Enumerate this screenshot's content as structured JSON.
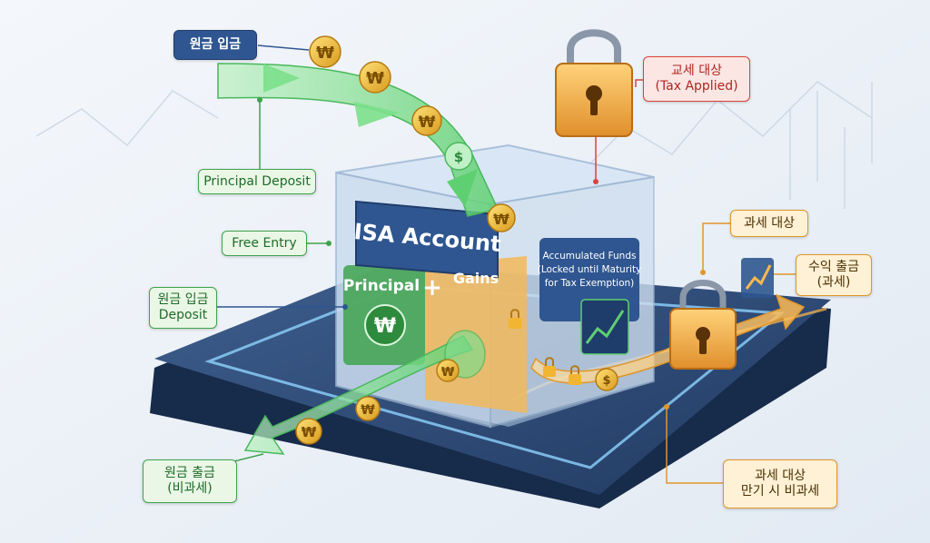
{
  "labels": {
    "deposit_top": "원금 입금",
    "tax_applied_ko": "교세 대상",
    "tax_applied_en": "(Tax Applied)",
    "principal_deposit": "Principal Deposit",
    "free_entry": "Free Entry",
    "deposit_ko": "원금 입금",
    "deposit_en": "Deposit",
    "taxable_mid": "과세 대상",
    "profit_withdraw_ko": "수익 출금",
    "profit_withdraw_paren": "(과세)",
    "principal_withdraw_ko": "원금 출금",
    "principal_withdraw_paren": "(비과세)",
    "maturity_taxable": "과세 대상",
    "maturity_exempt": "만기 시 비과세"
  },
  "box": {
    "title": "ISA Account",
    "principal": "Principal",
    "plus": "+",
    "gains": "Gains",
    "funds_line1": "Accumulated Funds",
    "funds_line2": "(Locked until Maturity",
    "funds_line3": "for Tax Exemption)"
  },
  "coins": {
    "won_symbol": "₩",
    "dollar_symbol": "$"
  },
  "colors": {
    "accent_blue": "#2f5690",
    "green": "#3fa34d",
    "orange": "#e0962a",
    "red": "#d8443a",
    "gold": "#f2b531"
  }
}
